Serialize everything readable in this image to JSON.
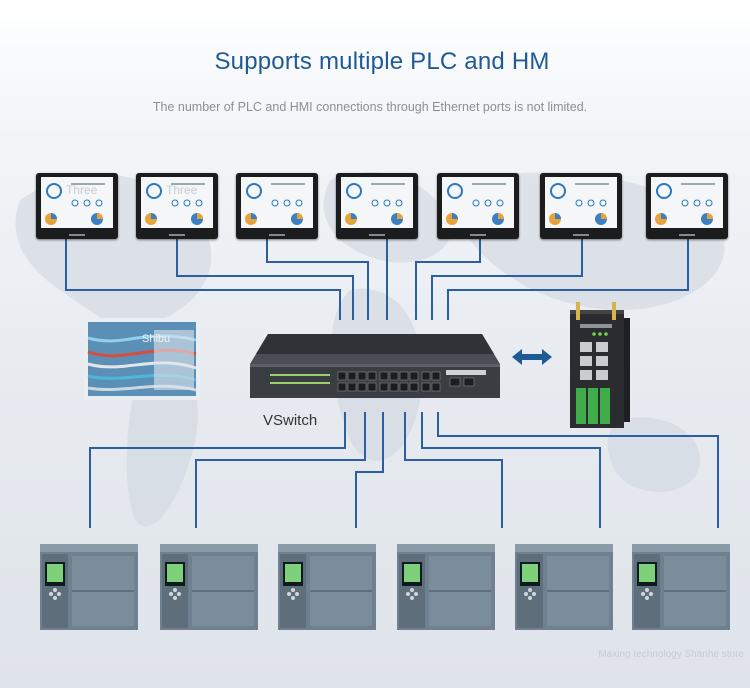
{
  "title": "Supports multiple PLC and HM",
  "subtitle": "The number of PLC and HMI connections through Ethernet ports is not limited.",
  "switch_label": "VSwitch",
  "hmi_watermark": "Three",
  "photo_watermark": "Shibu",
  "footer": "Maxing technology Shanhe store",
  "colors": {
    "title": "#1f5a96",
    "wire": "#2b5ea3",
    "switch_body": "#3a3d42",
    "plc_body": "#6f8190"
  },
  "hmi_panels": [
    {
      "watermark": "Three"
    },
    {
      "watermark": "Three"
    },
    {
      "watermark": ""
    },
    {
      "watermark": ""
    },
    {
      "watermark": ""
    },
    {
      "watermark": ""
    },
    {
      "watermark": ""
    }
  ],
  "plc_units": [
    {},
    {},
    {},
    {},
    {},
    {}
  ],
  "icons": [
    "hmi-touchscreen-icon",
    "ethernet-switch-icon",
    "double-arrow-icon",
    "industrial-gateway-icon",
    "network-cables-photo",
    "plc-controller-icon"
  ]
}
